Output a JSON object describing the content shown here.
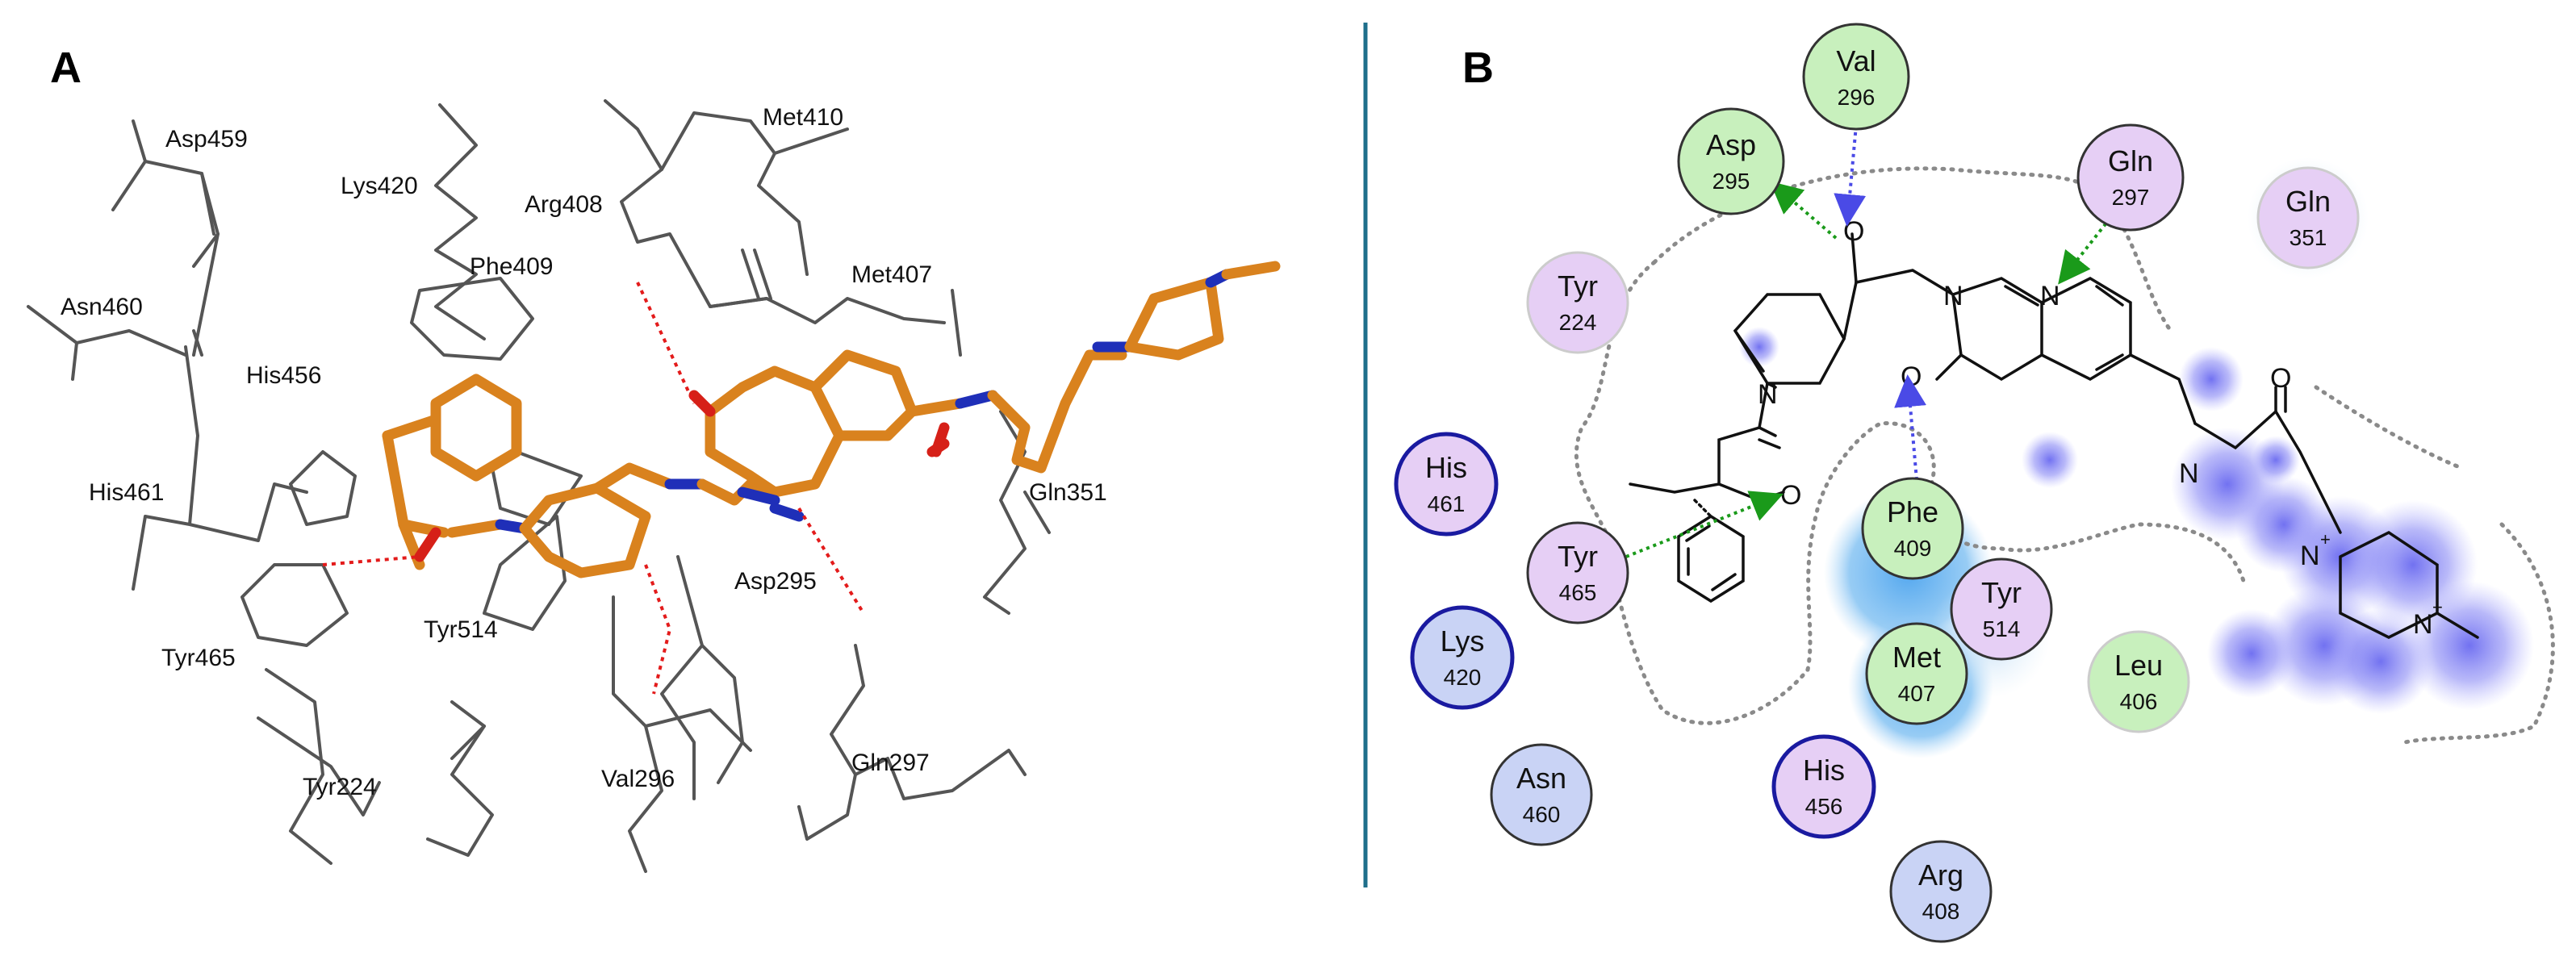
{
  "panels": {
    "a": {
      "letter": "A"
    },
    "b": {
      "letter": "B"
    }
  },
  "panel_a_labels": [
    "Asp459",
    "Lys420",
    "Met410",
    "Arg408",
    "Asn460",
    "Phe409",
    "Met407",
    "His456",
    "His461",
    "Gln351",
    "Asp295",
    "Tyr514",
    "Tyr465",
    "Val296",
    "Gln297",
    "Tyr224"
  ],
  "residues": [
    {
      "name": "Val",
      "num": "296"
    },
    {
      "name": "Asp",
      "num": "295"
    },
    {
      "name": "Gln",
      "num": "297"
    },
    {
      "name": "Gln",
      "num": "351"
    },
    {
      "name": "Tyr",
      "num": "224"
    },
    {
      "name": "His",
      "num": "461"
    },
    {
      "name": "Tyr",
      "num": "465"
    },
    {
      "name": "Phe",
      "num": "409"
    },
    {
      "name": "Tyr",
      "num": "514"
    },
    {
      "name": "Lys",
      "num": "420"
    },
    {
      "name": "Met",
      "num": "407"
    },
    {
      "name": "Leu",
      "num": "406"
    },
    {
      "name": "Asn",
      "num": "460"
    },
    {
      "name": "His",
      "num": "456"
    },
    {
      "name": "Arg",
      "num": "408"
    }
  ],
  "atoms": {
    "o": "O",
    "n": "N",
    "plus": "+"
  },
  "colors": {
    "divider": "#1f6f8b",
    "ligand_carbon": "#d9821e",
    "ligand_nitrogen": "#1f2fb8",
    "ligand_oxygen": "#d62018",
    "hbond_3d": "#e31b1b",
    "polar_residue": "#e6cff5",
    "hydrophobic_residue": "#c8f0bd",
    "basic_residue": "#c9d3f5",
    "acidic_residue": "#c8f0bd",
    "sidechain_hbond": "#1a9a1a",
    "backbone_hbond": "#4a4ae6"
  }
}
